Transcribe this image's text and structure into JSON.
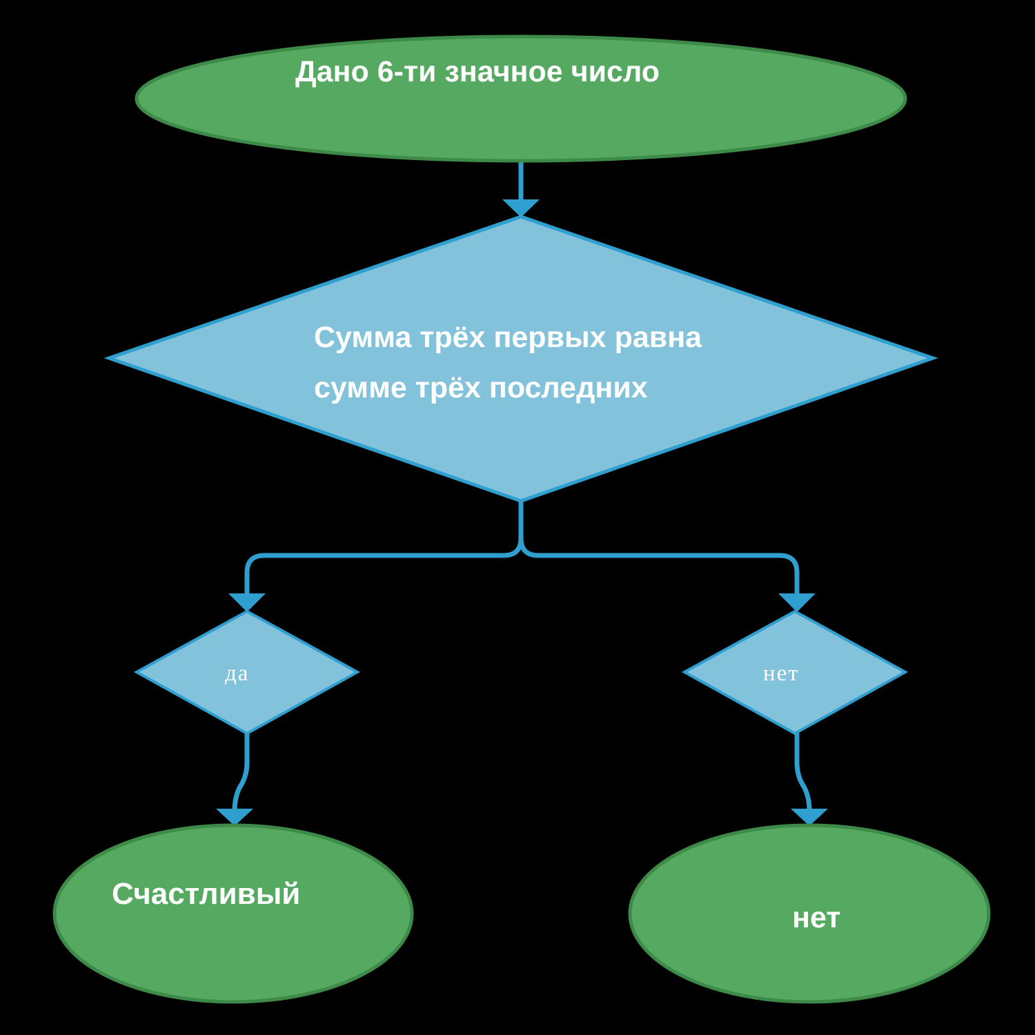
{
  "colors": {
    "background": "#000000",
    "terminal_fill": "#56a961",
    "terminal_stroke": "#3e8a48",
    "decision_fill": "#83c2db",
    "decision_stroke": "#2f9fd0",
    "connector": "#2f9fd0",
    "text": "#ffffff"
  },
  "nodes": {
    "start": {
      "shape": "ellipse",
      "text": "Дано 6-ти значное число"
    },
    "condition": {
      "shape": "diamond",
      "line1": "Сумма трёх первых равна",
      "line2": "сумме трёх последних"
    },
    "yes_branch": {
      "shape": "diamond",
      "text": "да"
    },
    "no_branch": {
      "shape": "diamond",
      "text": "нет"
    },
    "end_yes": {
      "shape": "ellipse",
      "text": "Счастливый"
    },
    "end_no": {
      "shape": "ellipse",
      "text": "нет"
    }
  }
}
